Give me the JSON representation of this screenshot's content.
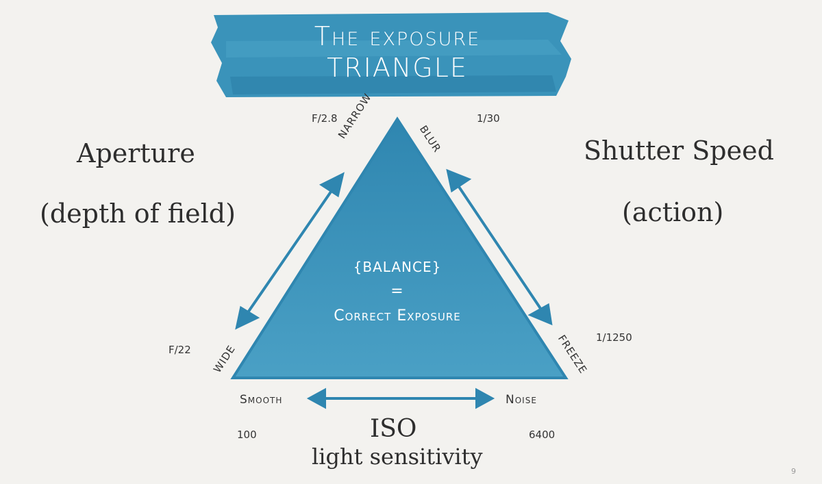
{
  "title": {
    "line1": "The exposure",
    "line2": "triangle"
  },
  "aperture": {
    "heading": "Aperture",
    "subheading": "(depth of field)",
    "narrow": "Narrow",
    "wide": "Wide",
    "value_top": "F/2.8",
    "value_bottom": "F/22"
  },
  "shutter": {
    "heading": "Shutter Speed",
    "subheading": "(action)",
    "blur": "Blur",
    "freeze": "Freeze",
    "value_top": "1/30",
    "value_bottom": "1/1250"
  },
  "iso": {
    "heading": "ISO",
    "subheading": "light sensitivity",
    "smooth": "Smooth",
    "noise": "Noise",
    "value_left": "100",
    "value_right": "6400"
  },
  "center": {
    "line1": "{balance}",
    "line2": "=",
    "line3": "Correct Exposure"
  },
  "page_number": "9",
  "colors": {
    "triangle": "#3d8fb6",
    "accent": "#2f8bb2",
    "background": "#f3f2ef"
  }
}
